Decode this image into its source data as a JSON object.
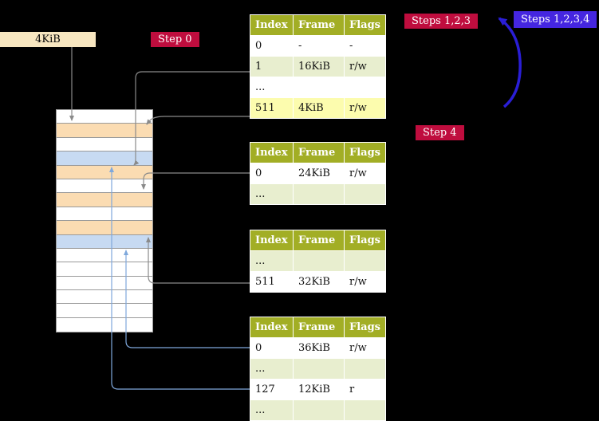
{
  "frame_box": {
    "label": "4KiB"
  },
  "badges": {
    "step0": {
      "label": "Step 0"
    },
    "steps123": {
      "label": "Steps 1,2,3"
    },
    "steps1234": {
      "label": "Steps 1,2,3,4"
    },
    "step4": {
      "label": "Step 4"
    }
  },
  "tables": {
    "headers": [
      "Index",
      "Frame",
      "Flags"
    ],
    "t1": {
      "rows": [
        {
          "index": "0",
          "frame": "-",
          "flags": "-"
        },
        {
          "index": "1",
          "frame": "16KiB",
          "flags": "r/w"
        },
        {
          "index": "...",
          "frame": "",
          "flags": ""
        },
        {
          "index": "511",
          "frame": "4KiB",
          "flags": "r/w",
          "highlighted": true
        }
      ]
    },
    "t2": {
      "rows": [
        {
          "index": "0",
          "frame": "24KiB",
          "flags": "r/w"
        },
        {
          "index": "...",
          "frame": "",
          "flags": ""
        }
      ]
    },
    "t3": {
      "rows": [
        {
          "index": "...",
          "frame": "",
          "flags": ""
        },
        {
          "index": "511",
          "frame": "32KiB",
          "flags": "r/w"
        }
      ]
    },
    "t4": {
      "rows": [
        {
          "index": "0",
          "frame": "36KiB",
          "flags": "r/w"
        },
        {
          "index": "...",
          "frame": "",
          "flags": ""
        },
        {
          "index": "127",
          "frame": "12KiB",
          "flags": "r"
        },
        {
          "index": "...",
          "frame": "",
          "flags": ""
        }
      ]
    }
  },
  "memory": {
    "row_colors": [
      "white",
      "peach",
      "white",
      "blue",
      "peach",
      "white",
      "peach",
      "white",
      "peach",
      "blue",
      "white",
      "white",
      "white",
      "white",
      "white",
      "white"
    ]
  },
  "colors": {
    "olive": "#a2ae25",
    "row-green": "#e8eecf",
    "row-yellow": "#fcfcae",
    "peach": "#fbdcb2",
    "rowblue": "#c7daf2",
    "beige": "#f7e6c0",
    "crimson": "#bf0d3e",
    "badgeblue": "#4526e0",
    "memborder": "#9a9a9a",
    "arrowgray": "#8a8a8a",
    "arrowblue": "#7fa8dc",
    "bigarrow": "#2a1ed6"
  }
}
